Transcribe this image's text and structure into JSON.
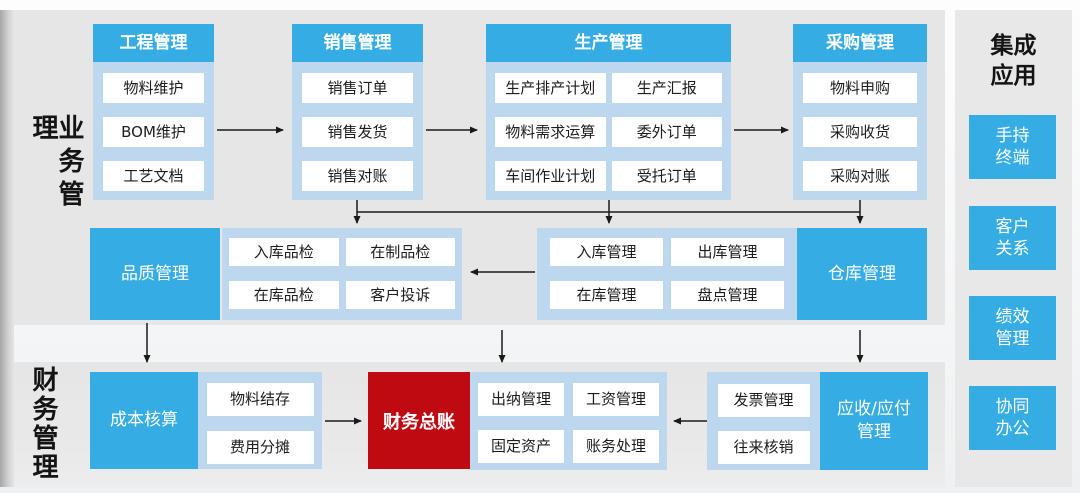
{
  "diagram": {
    "business_section_label": "业务管理",
    "finance_section_label": "财务管理",
    "engineering": {
      "header": "工程管理",
      "items": [
        "物料维护",
        "BOM维护",
        "工艺文档"
      ]
    },
    "sales": {
      "header": "销售管理",
      "items": [
        "销售订单",
        "销售发货",
        "销售对账"
      ]
    },
    "production": {
      "header": "生产管理",
      "items": [
        "生产排产计划",
        "生产汇报",
        "物料需求运算",
        "委外订单",
        "车间作业计划",
        "受托订单"
      ]
    },
    "purchasing": {
      "header": "采购管理",
      "items": [
        "物料申购",
        "采购收货",
        "采购对账"
      ]
    },
    "quality": {
      "label": "品质管理",
      "items": [
        "入库品检",
        "在制品检",
        "在库品检",
        "客户投诉"
      ]
    },
    "warehouse_ops": {
      "items": [
        "入库管理",
        "出库管理",
        "在库管理",
        "盘点管理"
      ]
    },
    "warehouse": {
      "label": "仓库管理"
    },
    "cost": {
      "label": "成本核算",
      "items": [
        "物料结存",
        "费用分摊"
      ]
    },
    "general_ledger": {
      "label": "财务总账"
    },
    "finance_ops": {
      "items": [
        "出纳管理",
        "工资管理",
        "固定资产",
        "账务处理"
      ]
    },
    "receivable_ops": {
      "items": [
        "发票管理",
        "往来核销"
      ]
    },
    "receivable_payable": {
      "label": "应收/应付\n管理"
    },
    "integration": {
      "title": "集成\n应用",
      "apps": [
        "手持\n终端",
        "客户\n关系",
        "绩效\n管理",
        "协同\n办公"
      ]
    }
  },
  "colors": {
    "accent_blue": "#35ACE3",
    "container_blue": "#BDD7EE",
    "highlight_red": "#BF0A12",
    "panel_gray": "#E6E6E6",
    "arrow_black": "#1a1a1a"
  }
}
